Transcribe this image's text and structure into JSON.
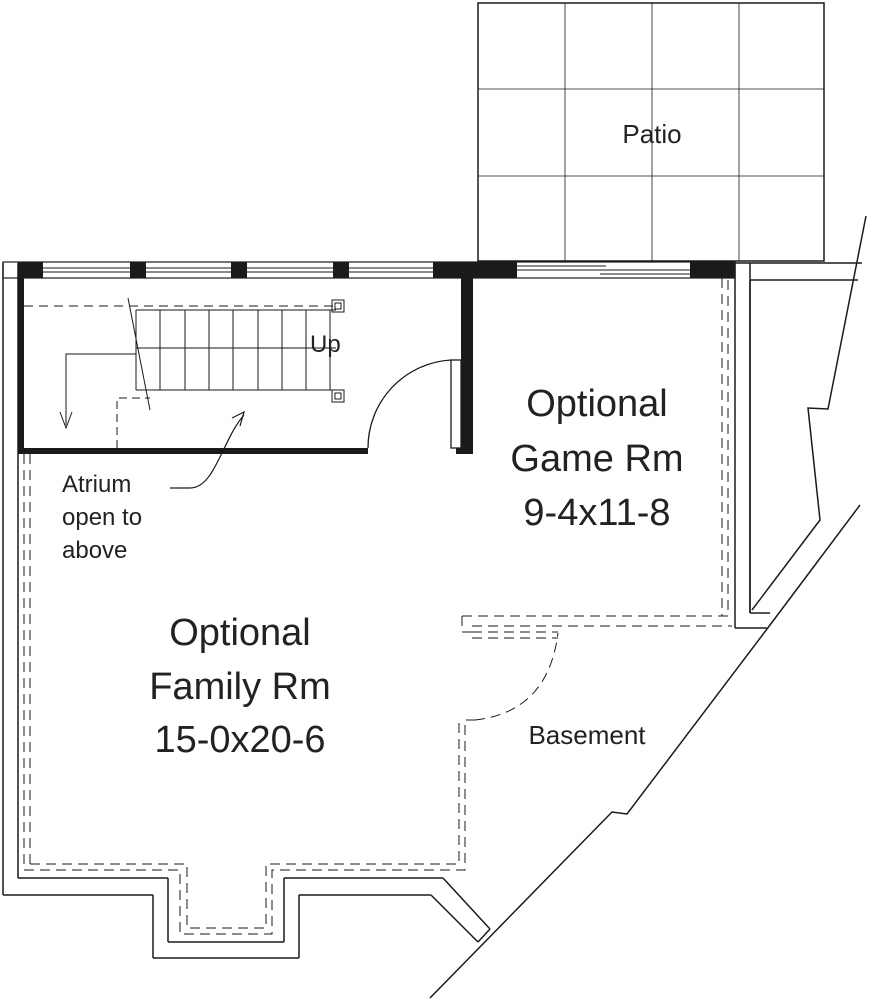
{
  "rooms": {
    "patio": "Patio",
    "game": {
      "line1": "Optional",
      "line2": "Game Rm",
      "dims": "9-4x11-8"
    },
    "family": {
      "line1": "Optional",
      "line2": "Family Rm",
      "dims": "15-0x20-6"
    },
    "basement": "Basement"
  },
  "stairs": {
    "label": "Up"
  },
  "atrium": {
    "line1": "Atrium",
    "line2": "open to",
    "line3": "above"
  },
  "colors": {
    "line": "#1a1a1a",
    "wall_fill": "#1a1a1a",
    "background": "#ffffff"
  }
}
